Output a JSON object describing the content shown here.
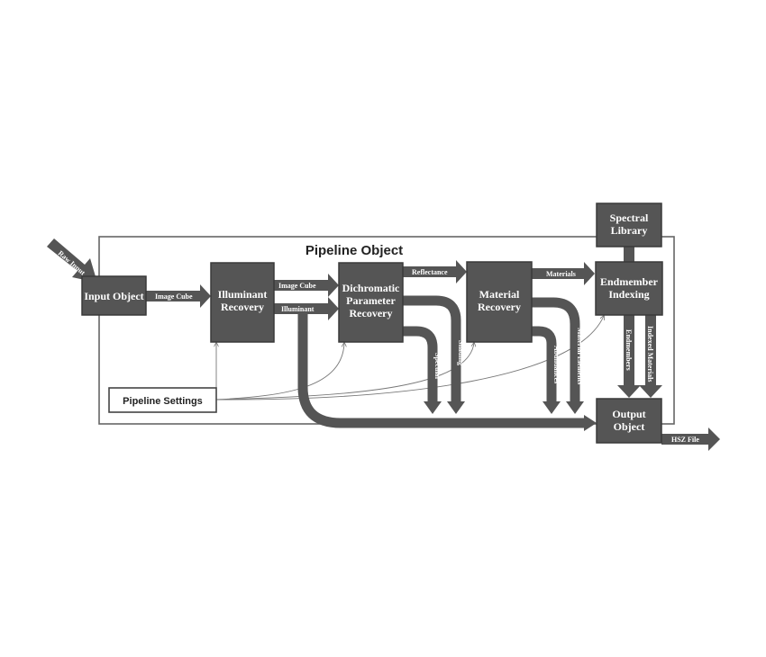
{
  "title": "Pipeline Object",
  "inputs": {
    "raw_input": "Raw Input"
  },
  "nodes": {
    "input_object": [
      "Input Object"
    ],
    "illuminant_recovery": [
      "Illuminant",
      "Recovery"
    ],
    "dichromatic": [
      "Dichromatic",
      "Parameter",
      "Recovery"
    ],
    "material_recovery": [
      "Material",
      "Recovery"
    ],
    "endmember_indexing": [
      "Endmember",
      "Indexing"
    ],
    "spectral_library": [
      "Spectral",
      "Library"
    ],
    "output_object": [
      "Output",
      "Object"
    ],
    "pipeline_settings": [
      "Pipeline Settings"
    ]
  },
  "edges": {
    "image_cube_1": "Image Cube",
    "image_cube_2": "Image Cube",
    "illuminant": "Illuminant",
    "reflectance": "Reflectance",
    "materials": "Materials",
    "specular": "Specular",
    "shading": "Shading",
    "abundances": "Abundances",
    "material_elements": "Material Elements",
    "endmembers": "Endmembers",
    "indexed_materials": "Indexed Materials",
    "hsz_file": "HSZ File"
  },
  "colors": {
    "box_fill": "#555555",
    "arrow_fill": "#555555",
    "frame": "#666666",
    "settings_border": "#444444"
  }
}
